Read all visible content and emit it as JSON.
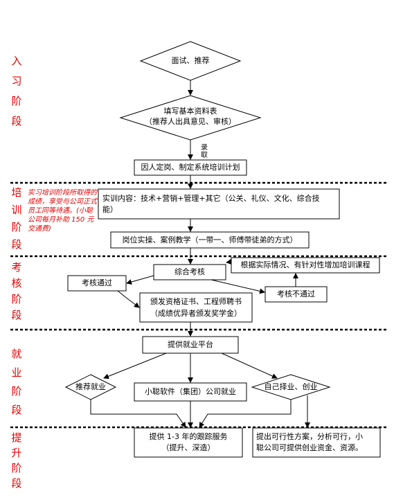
{
  "stages": {
    "s1": "入习阶段",
    "s2": "培训阶段",
    "s3": "考核阶段",
    "s4": "就业阶段",
    "s5": "提升阶段"
  },
  "training_note": "实习培训阶段所取得的成绩，享受与公司正式员工同等待遇。(小聪公司每月补助 150 元交通费)",
  "nodes": {
    "interview": "面试、推荐",
    "fill_form_1": "填写基本资料表",
    "fill_form_2": "（推荐人出具意见、审核）",
    "admit_label": "录取",
    "plan": "因人定岗、制定系统培训计划",
    "content_1": "实训内容：技术+营销+管理+其它（公关、礼仪、文化、综合技",
    "content_2": "能）",
    "practice": "岗位实操、案例教学（一带一、师傅带徒弟的方式）",
    "assess": "综合考核",
    "adjust": "根据实际情况、有针对性增加培训课程",
    "pass": "考核通过",
    "fail": "考核不通过",
    "cert_1": "颁发资格证书、工程师聘书",
    "cert_2": "（成绩优异者颁发奖学金）",
    "employ_platform": "提供就业平台",
    "recommend": "推荐就业",
    "company_job": "小聪软件（集团）公司就业",
    "self_start": "自己择业、创业",
    "followup_1": "提供 1-3 年的跟踪服务",
    "followup_2": "（提升、深造）",
    "feasibility_1": "提出可行性方案，分析可行，小",
    "feasibility_2": "聪公司可提供创业资金、资源。"
  }
}
